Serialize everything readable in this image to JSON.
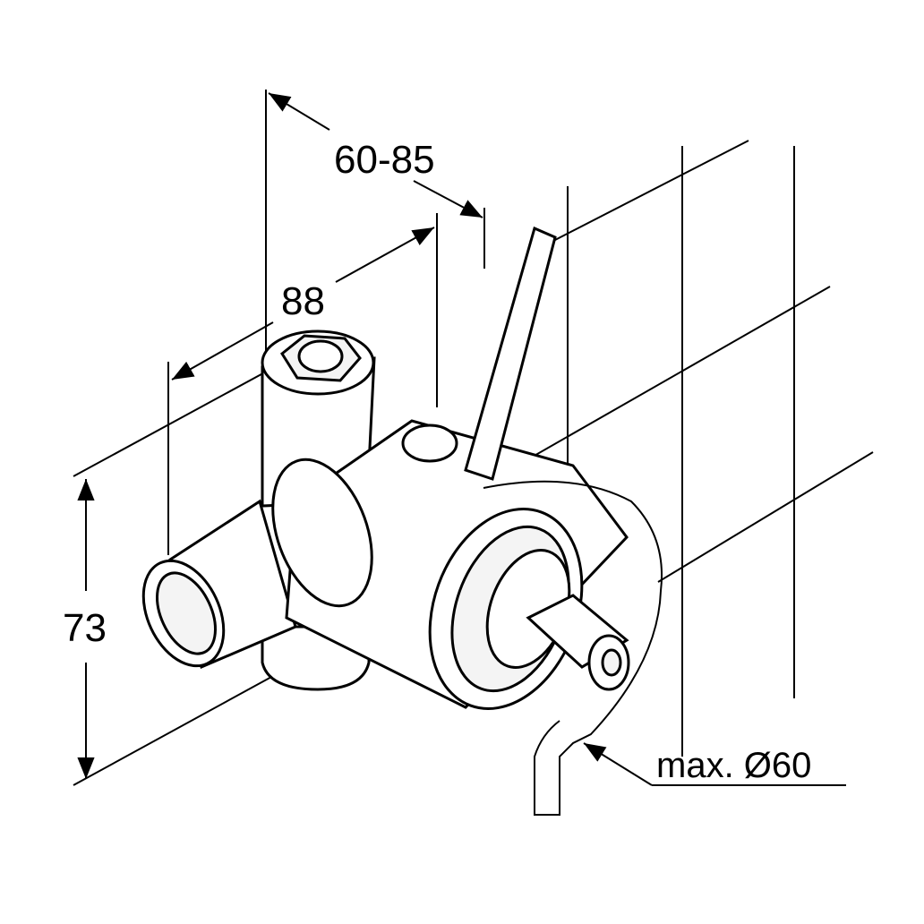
{
  "drawing": {
    "title": "Concealed valve body dimension drawing",
    "dimensions": {
      "depth_range": "60-85",
      "width": "88",
      "height": "73",
      "max_diameter": "max. Ø60"
    }
  }
}
